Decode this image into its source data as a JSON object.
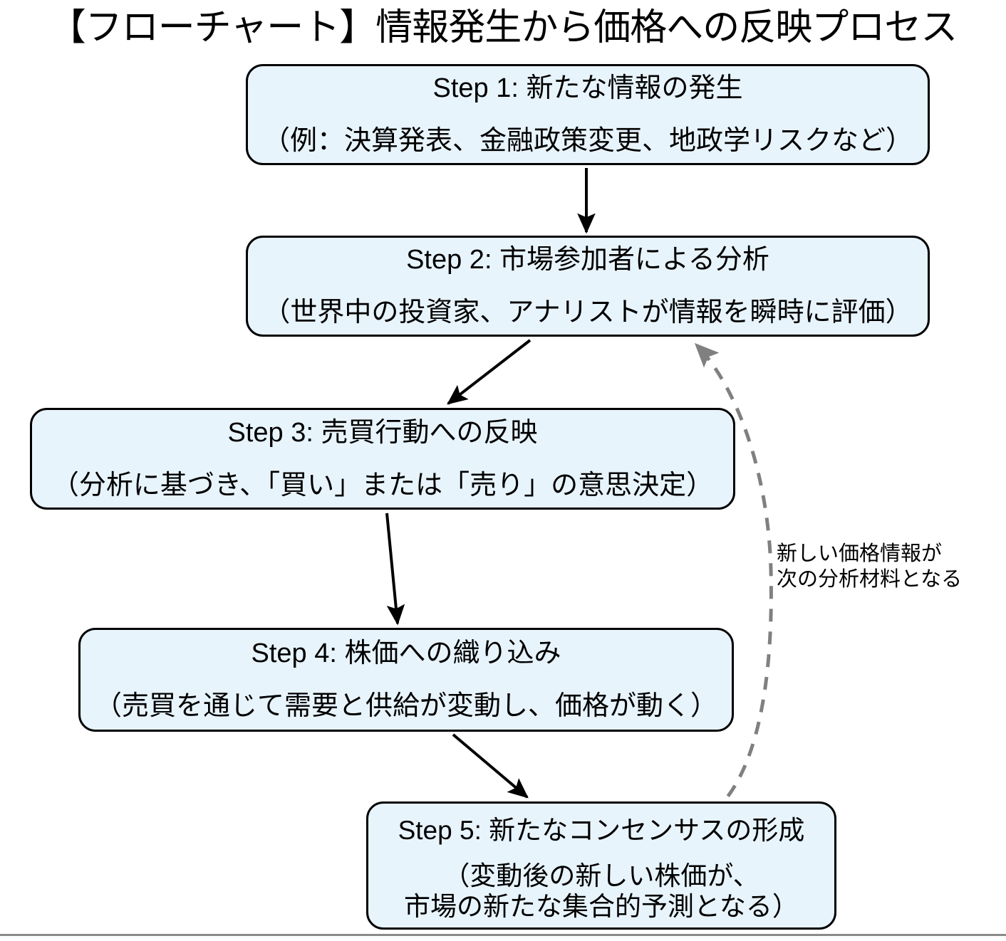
{
  "page": {
    "title": "【フローチャート】情報発生から価格への反映プロセス",
    "background_color": "#ffffff"
  },
  "style": {
    "node_fill": "#e8f4fc",
    "node_border": "#000000",
    "arrow_color": "#000000",
    "feedback_color": "#808080",
    "text_color": "#000000"
  },
  "nodes": [
    {
      "id": "step1",
      "heading": "Step 1: 新たな情報の発生",
      "detail": "（例：決算発表、金融政策変更、地政学リスクなど）"
    },
    {
      "id": "step2",
      "heading": "Step 2: 市場参加者による分析",
      "detail": "（世界中の投資家、アナリストが情報を瞬時に評価）"
    },
    {
      "id": "step3",
      "heading": "Step 3: 売買行動への反映",
      "detail": "（分析に基づき、「買い」または「売り」の意思決定）"
    },
    {
      "id": "step4",
      "heading": "Step 4: 株価への織り込み",
      "detail": "（売買を通じて需要と供給が変動し、価格が動く）"
    },
    {
      "id": "step5",
      "heading": "Step 5: 新たなコンセンサスの形成",
      "detail": "（変動後の新しい株価が、\n市場の新たな集合的予測となる）"
    }
  ],
  "edges": [
    {
      "id": "e1",
      "from": "step1",
      "to": "step2",
      "style": "solid",
      "label": ""
    },
    {
      "id": "e2",
      "from": "step2",
      "to": "step3",
      "style": "solid",
      "label": ""
    },
    {
      "id": "e3",
      "from": "step3",
      "to": "step4",
      "style": "solid",
      "label": ""
    },
    {
      "id": "e4",
      "from": "step4",
      "to": "step5",
      "style": "solid",
      "label": ""
    },
    {
      "id": "e5",
      "from": "step5",
      "to": "step2",
      "style": "dashed",
      "label": "新しい価格情報が\n次の分析材料となる"
    }
  ]
}
